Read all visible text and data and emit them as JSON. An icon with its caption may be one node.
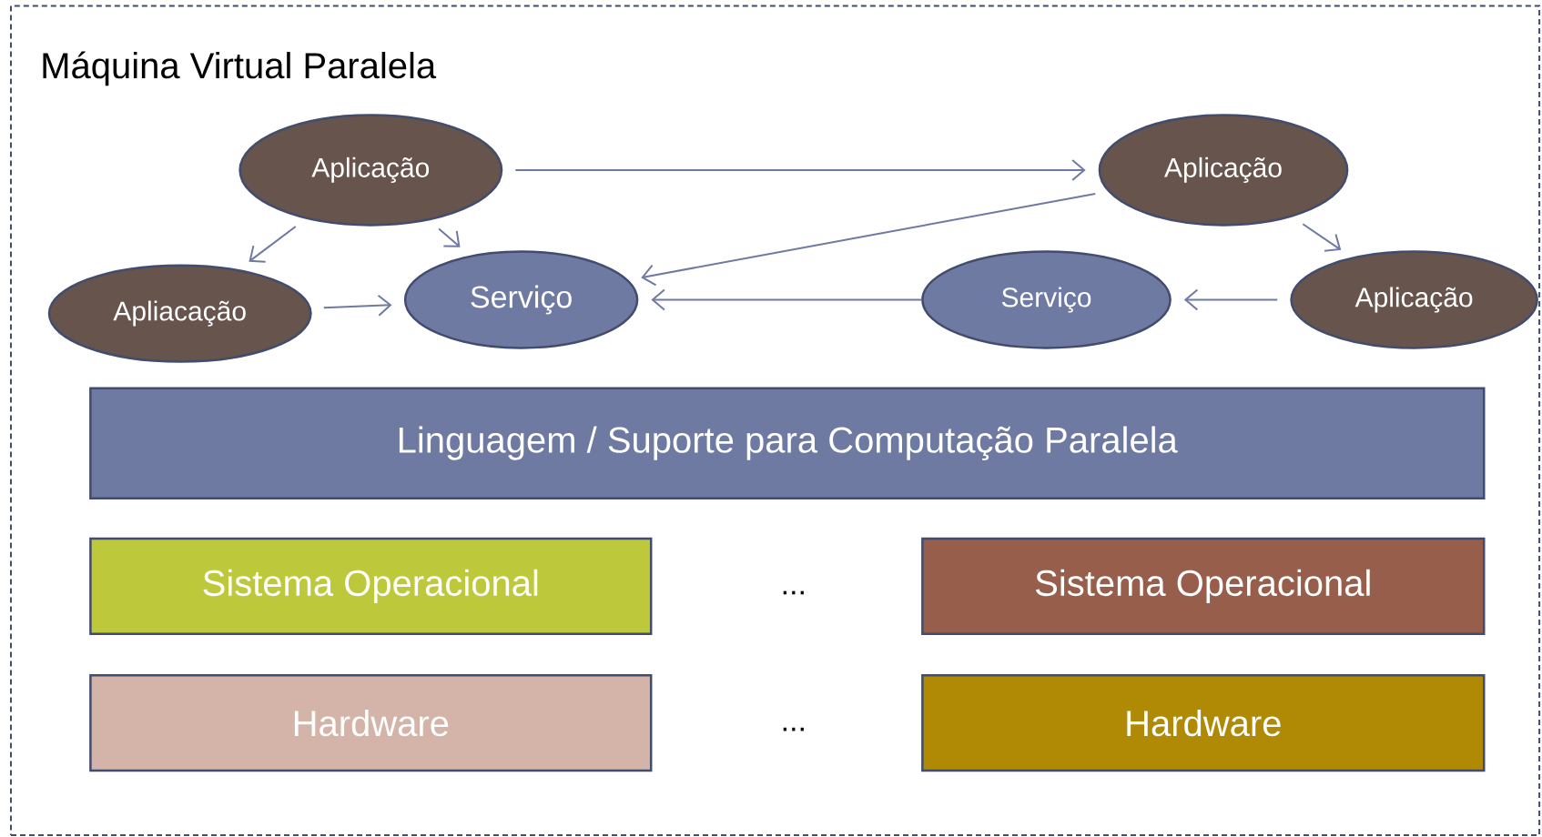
{
  "diagram": {
    "nodes": [
      {
        "text": [
          "Máquina Virtual Paralela"
        ]
      },
      {
        "text": [
          "Aplicação"
        ],
        "in": 0
      },
      {
        "text": [
          "Aplicação"
        ],
        "in": 0
      },
      {
        "text": [
          "Apliacação"
        ],
        "in": 0
      },
      {
        "text": [
          "Serviço"
        ],
        "in": 0
      },
      {
        "text": [
          "Serviço"
        ],
        "in": 0
      },
      {
        "text": [
          "Aplicação"
        ],
        "in": 0
      },
      {
        "text": [
          "Linguagem / Suporte para Computação Paralela"
        ],
        "in": 0
      },
      {
        "text": [
          "Sistema Operacional"
        ],
        "in": 0
      },
      {
        "text": [
          "Sistema Operacional"
        ],
        "in": 0
      },
      {
        "text": [
          "Hardware"
        ],
        "in": 0
      },
      {
        "text": [
          "Hardware"
        ],
        "in": 0
      }
    ],
    "edges": [
      {
        "from": 1,
        "to": 2,
        "arrow": "to"
      },
      {
        "from": 1,
        "to": 3,
        "arrow": "to"
      },
      {
        "from": 1,
        "to": 4,
        "arrow": "to"
      },
      {
        "from": 2,
        "to": 4,
        "arrow": "to"
      },
      {
        "from": 2,
        "to": 6,
        "arrow": "to"
      },
      {
        "from": 3,
        "to": 4,
        "arrow": "to"
      },
      {
        "from": 5,
        "to": 4,
        "arrow": "to"
      },
      {
        "from": 6,
        "to": 5,
        "arrow": "to"
      }
    ],
    "labels": [
      "...",
      "..."
    ]
  }
}
